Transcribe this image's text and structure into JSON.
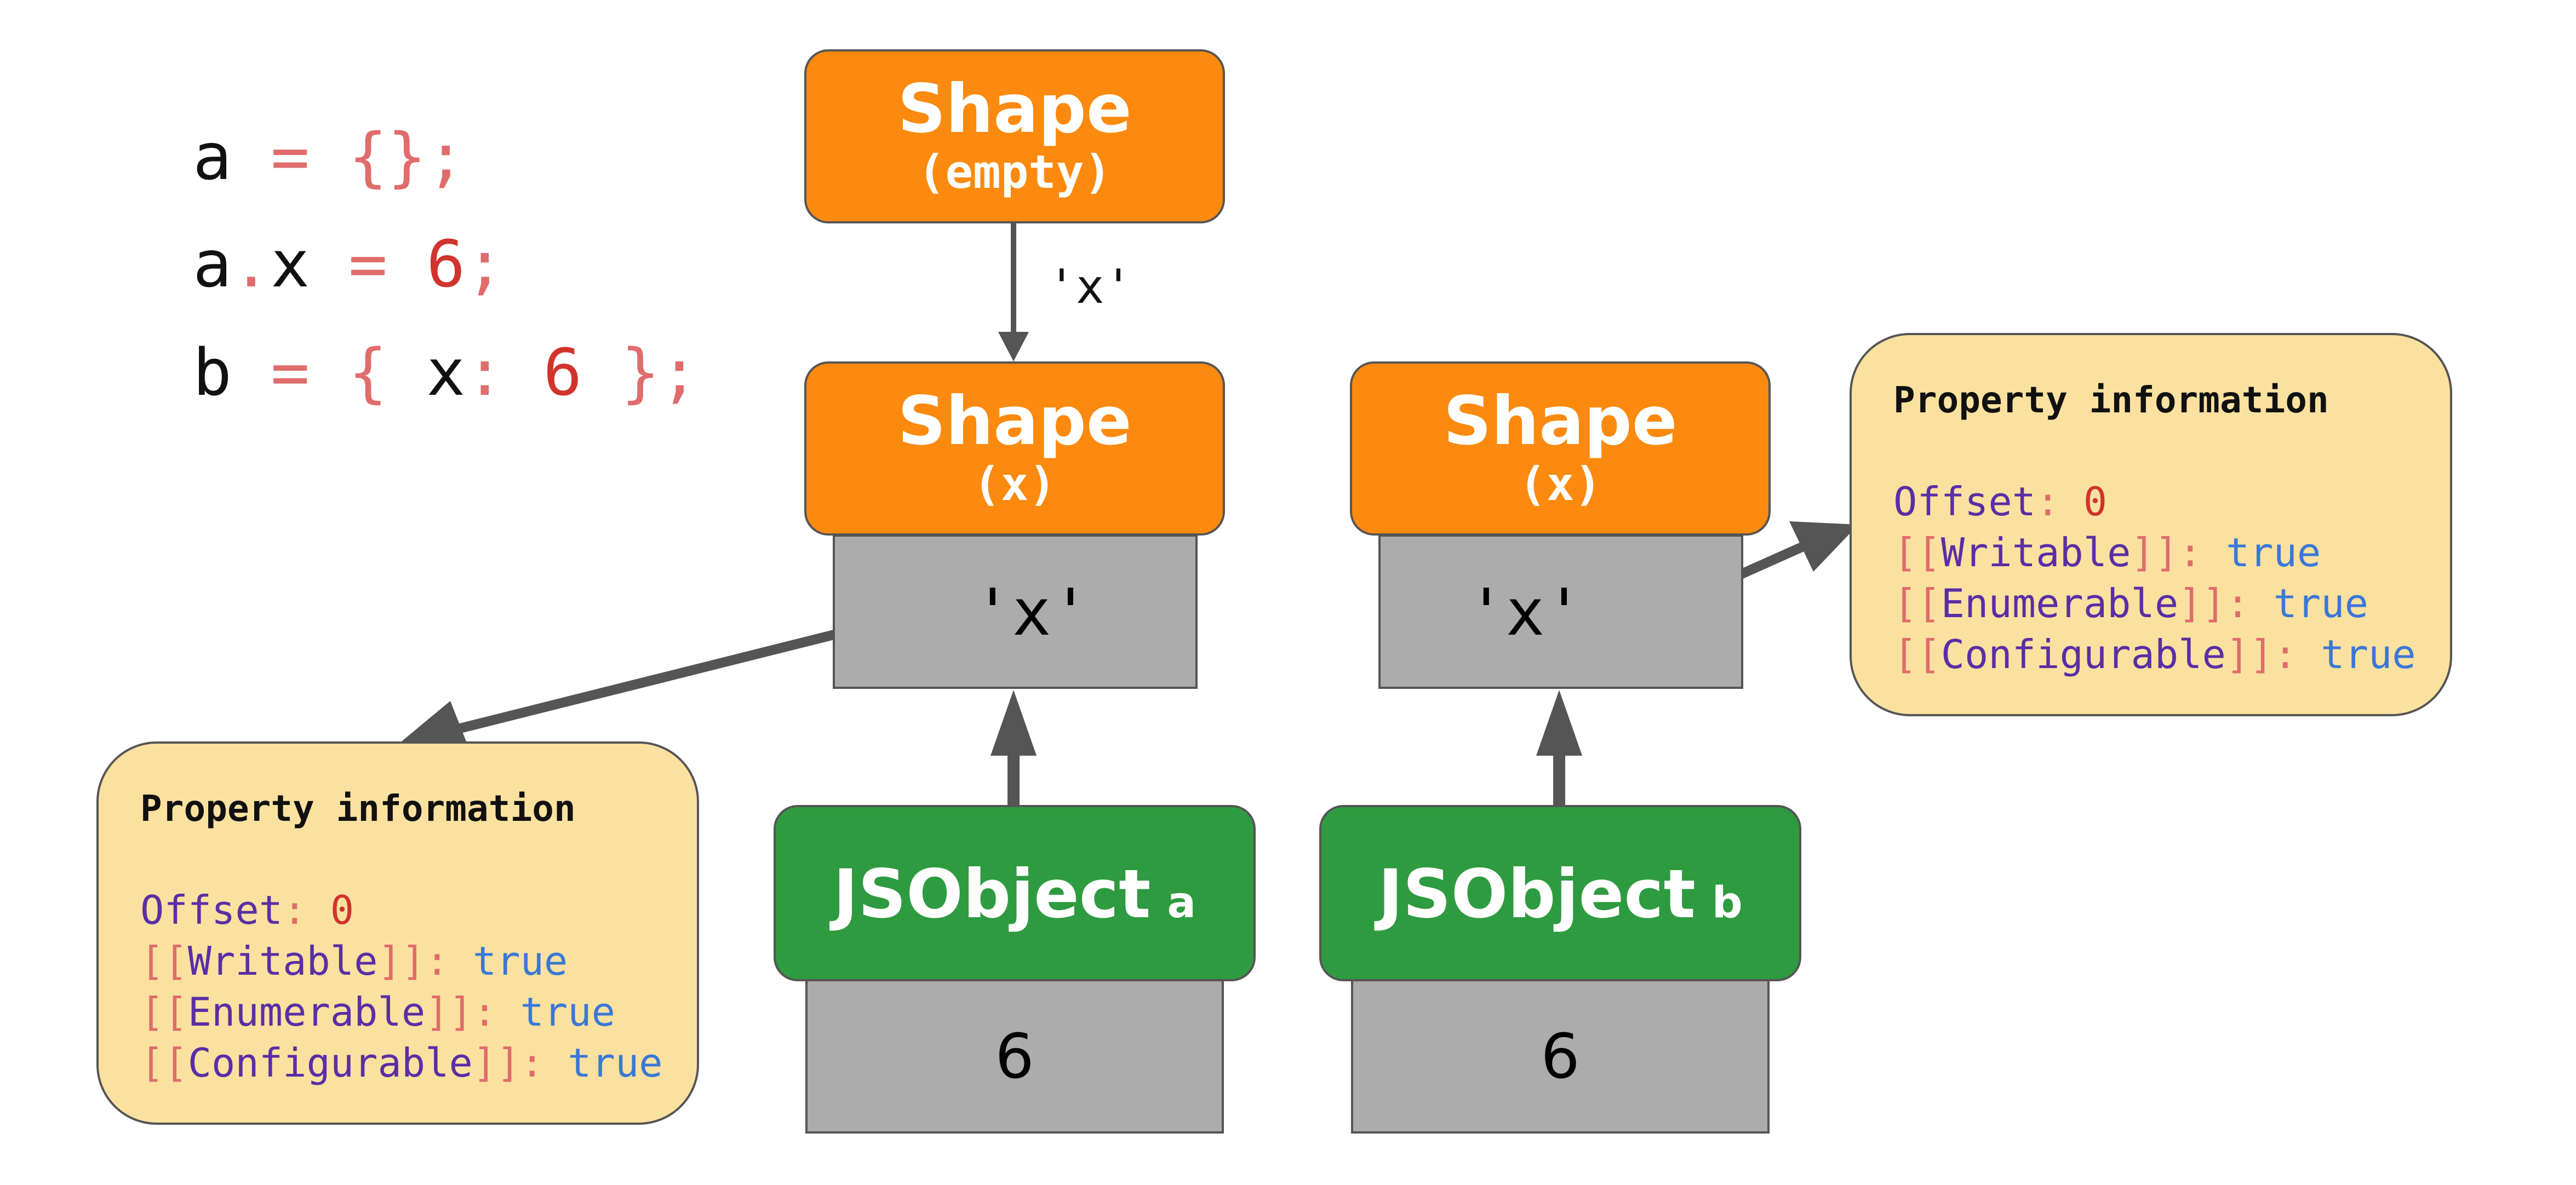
{
  "code": {
    "line1": {
      "a": "a",
      "op": " = {};"
    },
    "line2": {
      "a": "a",
      "dot": ".",
      "x": "x",
      "eq": " = ",
      "six": "6",
      "semi": ";"
    },
    "line3": {
      "b": "b",
      "eq": " = { ",
      "x": "x",
      "colon": ": ",
      "six": "6",
      "close": " };"
    }
  },
  "shape_empty": {
    "title": "Shape",
    "subtitle": "(empty)"
  },
  "edge_label": "'x'",
  "shape_a": {
    "title": "Shape",
    "subtitle": "(x)",
    "property": "'x'"
  },
  "shape_b": {
    "title": "Shape",
    "subtitle": "(x)",
    "property": "'x'"
  },
  "jsobject_a": {
    "name": "JSObject",
    "var": "a",
    "value": "6"
  },
  "jsobject_b": {
    "name": "JSObject",
    "var": "b",
    "value": "6"
  },
  "property_info": {
    "header": "Property information",
    "offset_key": "Offset",
    "offset_value": "0",
    "writable_key": "Writable",
    "enumerable_key": "Enumerable",
    "configurable_key": "Configurable",
    "true_value": "true"
  },
  "colors": {
    "shape": "#fb8a0e",
    "jsobject": "#2e9b40",
    "slot": "#acacac",
    "info": "#fbe19f",
    "arrow": "#555555"
  }
}
